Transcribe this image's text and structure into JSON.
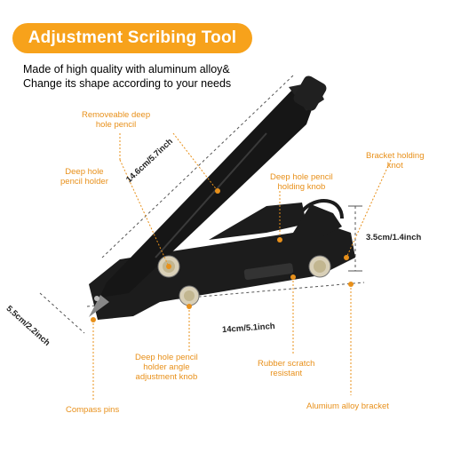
{
  "title": "Adjustment Scribing Tool",
  "description": {
    "line1": "Made of high quality with aluminum alloy&",
    "line2": "Change its shape according to your needs"
  },
  "callouts": {
    "removable_pencil": [
      "Removeable deep",
      "hole pencil"
    ],
    "pencil_holder": [
      "Deep hole",
      "pencil holder"
    ],
    "holding_knob": [
      "Deep hole pencil",
      "holding knob"
    ],
    "bracket_knob": [
      "Bracket holding",
      "knot"
    ],
    "angle_knob": [
      "Deep hole pencil",
      "holder angle",
      "adjustment knob"
    ],
    "rubber": [
      "Rubber scratch",
      "resistant"
    ],
    "compass": "Compass pins",
    "bracket": "Alumium alloy bracket"
  },
  "dimensions": {
    "pencil_length": "14.6cm/5.7inch",
    "height": "3.5cm/1.4inch",
    "width": "14cm/5.1inch",
    "depth": "5.5cm/2.2inch"
  },
  "colors": {
    "accent": "#f7a21b",
    "callout_text": "#e8901a",
    "tool": "#1c1c1c"
  }
}
